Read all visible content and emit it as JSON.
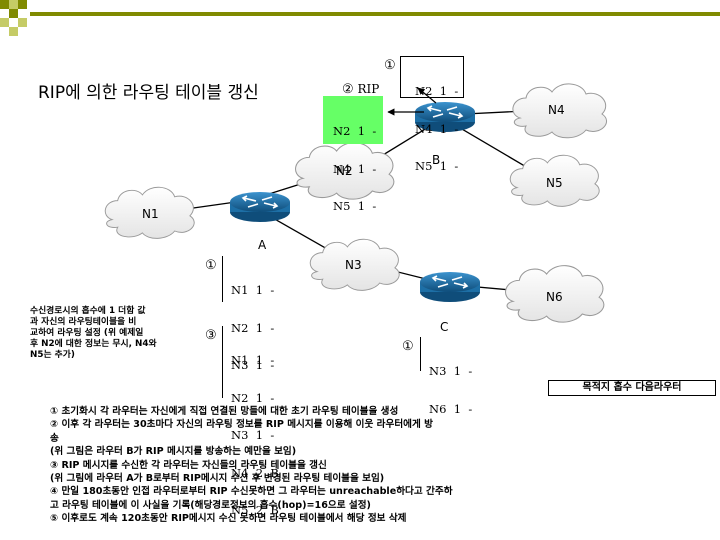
{
  "title": "RIP에 의한 라우팅 테이블 갱신",
  "rip_marker": "②",
  "rip_label": "RIP",
  "marker_1": "①",
  "marker_3": "③",
  "networks": {
    "n1": "N1",
    "n2": "N2",
    "n3": "N3",
    "n4": "N4",
    "n5": "N5",
    "n6": "N6"
  },
  "routers": {
    "a": "A",
    "b": "B",
    "c": "C"
  },
  "tables": {
    "b_initial": [
      "N2  1  -",
      "N4  1  -",
      "N5  1  -"
    ],
    "b_rip_message": [
      "N2  1  -",
      "N4  1  -",
      "N5  1  -"
    ],
    "a_initial": [
      "N1  1  -",
      "N2  1  -",
      "N3  1  -"
    ],
    "a_updated": [
      "N1  1  -",
      "N2  1  -",
      "N3  1  -",
      "N4  2  B",
      "N5  2  B"
    ],
    "c_initial": [
      "N3  1  -",
      "N6  1  -"
    ]
  },
  "side_note": [
    "수신경로시의 흡수에 1 더함 값",
    "과 자신의 라우팅테이블을 비",
    "교하여 라우팅 설정 (위 예제일",
    "후 N2에 대한 정보는 무시, N4와",
    "N5는 추가)"
  ],
  "legend": "목적지 홉수   다음라우터",
  "steps": [
    "① 초기화시 각 라우터는 자신에게 직접 연결된 망들에 대한 초기 라우팅 테이블을 생성",
    "② 이후 각 라우터는 30초마다 자신의 라우팅 정보를 RIP 메시지를 이용해 이웃 라우터에게 방",
    "    송",
    "    (위 그림은 라우터 B가 RIP 메시지를 방송하는 예만을 보임)",
    "③ RIP 메시지를 수신한 각 라우터는 자신들의 라우팅 테이블을 갱신",
    "    (위 그림에 라우터 A가 B로부터 RIP메시지 수신 후 변경된 라우팅 테이블을 보임)",
    "④ 만일 180초동안 인접 라우터로부터 RIP 수신못하면 그 라우터는 unreachable하다고 간주하",
    "    고 라우팅 테이블에 이 사실을 기록(해당경로정보의 홉수(hop)=16으로 설정)",
    "⑤ 이후로도 계속 120초동안 RIP메시지 수신 못하면 라우팅 테이블에서 해당 정보 삭제"
  ],
  "colors": {
    "bullet_dark": "#808a00",
    "bullet_light": "#c5cb66",
    "table_highlight": "#66ff66",
    "router": "#1d6fa6"
  }
}
